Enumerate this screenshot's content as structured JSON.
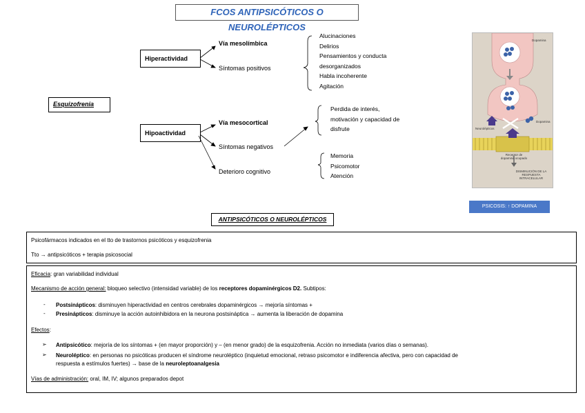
{
  "title": "FCOS ANTIPSICÓTICOS O NEUROLÉPTICOS",
  "mindmap": {
    "root": "Esquizofrenia",
    "hiper": {
      "label": "Hiperactividad",
      "via": "Vía mesolímbica",
      "sintomas": "Síntomas positivos",
      "items": [
        "Alucinaciones",
        "Delirios",
        "Pensamientos y conducta",
        "desorganizados",
        "Habla incoherente",
        "Agitación"
      ]
    },
    "hipo": {
      "label": "Hipoactividad",
      "via": "Vía mesocortical",
      "sintomas": "Síntomas negativos",
      "deterioro": "Deterioro cognitivo",
      "neg_items": [
        "Perdida de interés,",
        "motivación y capacidad de",
        "disfrute"
      ],
      "cog_items": [
        "Memoria",
        "Psicomotor",
        "Atención"
      ]
    }
  },
  "diagram": {
    "labels": {
      "dopamina_top": "Dopamina",
      "dopamina_mid": "Dopamina",
      "neurolepticos": "Neurolépticos",
      "receptor": "Receptor de dopamina ocupado",
      "disminucion": "DISMINUCIÓN DE LA RESPUESTA INTRACELULAR"
    },
    "colors": {
      "bg": "#dcd4c8",
      "synapse": "#f2c6c2",
      "dots": "#3c63a8",
      "membrane": "#e8d35a"
    },
    "caption": "PSICOSIS: ↑ DOPAMINA"
  },
  "section_title": "ANTIPSICÓTICOS O NEUROLÉPTICOS",
  "box1": {
    "line1": "Psicofármacos indicados en el tto de trastornos psicóticos y esquizofrenia",
    "line2": "Tto → antipsicóticos + terapia psicosocial"
  },
  "box2": {
    "eficacia_label": "Eficacia",
    "eficacia_text": ": gran variabilidad individual",
    "mecanismo_label": "Mecanismo de acción general:",
    "mecanismo_text": " bloqueo selectivo (intensidad variable) de los ",
    "mecanismo_bold": "receptores dopaminérgicos D2.",
    "mecanismo_end": " Subtipos:",
    "post_label": "Postsinápticos",
    "post_text": ": disminuyen hiperactividad en centros cerebrales dopaminérgicos → mejoría síntomas +",
    "pre_label": "Presinápticos",
    "pre_text": ": disminuye la acción autoinhibidora en la neurona postsináptica → aumenta la liberación de dopamina",
    "efectos_label": "Efectos",
    "efectos_colon": ":",
    "antipsic_label": "Antipsicótico",
    "antipsic_text": ": mejoría de los síntomas + (en mayor proporción) y – (en menor grado) de la esquizofrenia. Acción no inmediata (varios días o semanas).",
    "neurolep_label": "Neuroléptico",
    "neurolep_text1": ": en personas no psicóticas producen el síndrome neuroléptico (inquietud emocional, retraso psicomotor e indiferencia afectiva, pero con capacidad de",
    "neurolep_text2a": "respuesta a estímulos fuertes) → base de la ",
    "neurolep_text2b": "neuroleptoanalgesia",
    "vias_label": "Vías de administración:",
    "vias_text": " oral, IM, IV; algunos preparados depot"
  }
}
